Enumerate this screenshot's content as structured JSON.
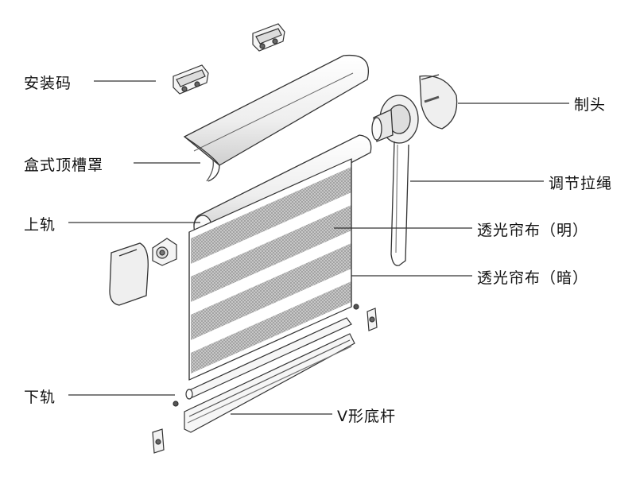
{
  "labels": {
    "mount_clip": "安装码",
    "box_cover": "盒式顶槽罩",
    "top_rail": "上轨",
    "bottom_rail": "下轨",
    "end_cap": "制头",
    "pull_cord": "调节拉绳",
    "fabric_light": "透光帘布（明）",
    "fabric_dark": "透光帘布（暗）",
    "v_bottom_bar": "V形底杆"
  },
  "colors": {
    "line": "#333333",
    "stripe_dark": "#777777",
    "part_fill": "#f4f4f4"
  }
}
